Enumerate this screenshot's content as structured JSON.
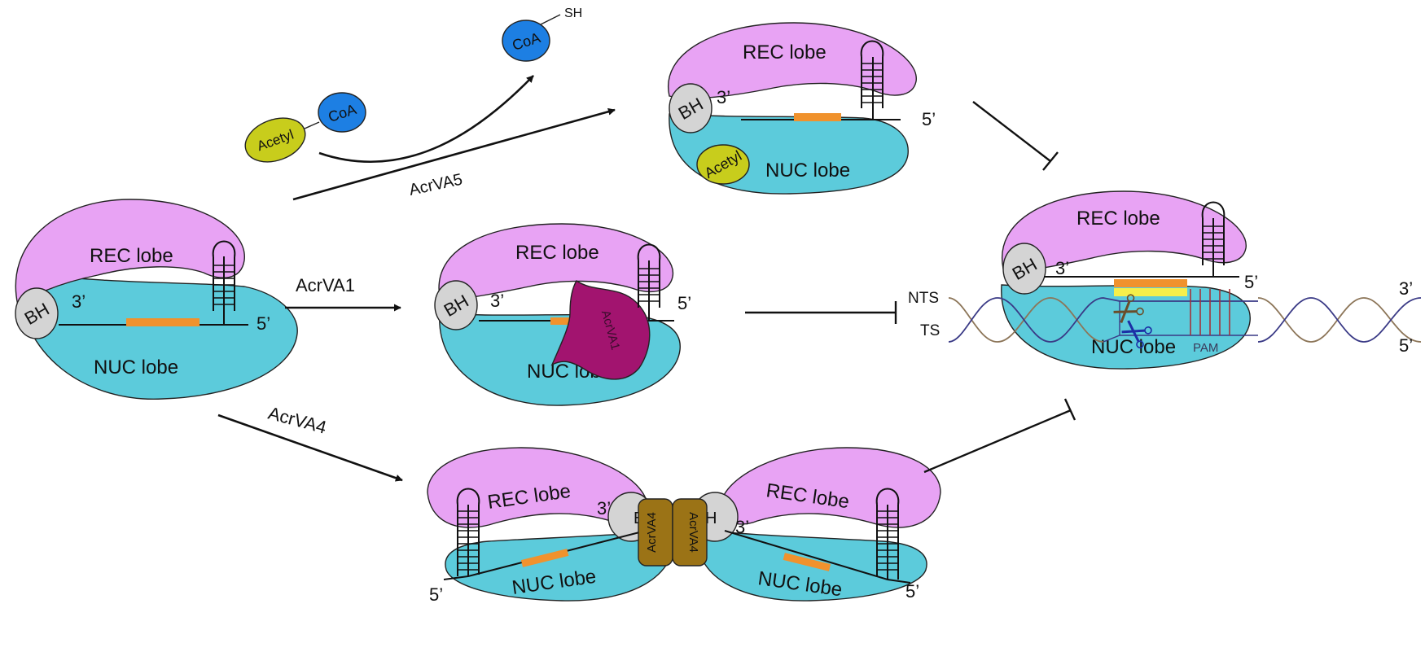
{
  "colors": {
    "rec_lobe": "#e8a3f4",
    "nuc_lobe": "#5ccbdb",
    "bh_domain": "#d4d4d4",
    "spacer": "#f0922d",
    "target_strand": "#f5ef4a",
    "acrva1": "#a2146f",
    "acrva4": "#9b7316",
    "acetyl": "#c8cd1c",
    "coa": "#1d7fe3",
    "nts_strand": "#8c7558",
    "ts_strand": "#3a3a86",
    "pam": "#a3333a"
  },
  "labels": {
    "rec_lobe": "REC lobe",
    "nuc_lobe": "NUC lobe",
    "bh": "BH",
    "three_prime": "3’",
    "five_prime": "5’",
    "acetyl": "Acetyl",
    "coa": "CoA",
    "sh": "SH",
    "acrva1": "AcrVA1",
    "acrva4": "AcrVA4",
    "acrva5": "AcrVA5",
    "nts": "NTS",
    "ts": "TS",
    "pam": "PAM",
    "b_fragment": "B",
    "h_fragment": "H"
  }
}
